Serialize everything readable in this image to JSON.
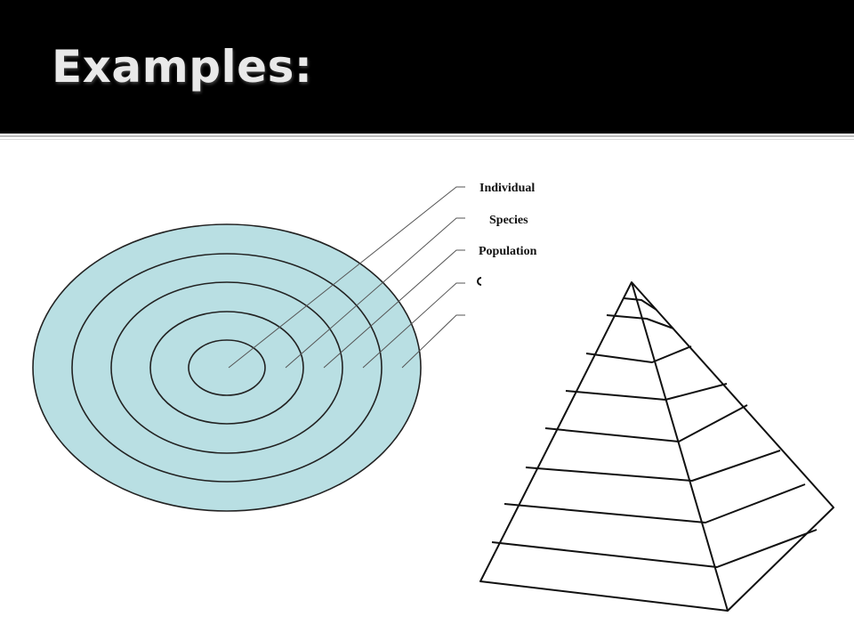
{
  "slide": {
    "title": "Examples:"
  },
  "concentric_diagram": {
    "fill_color": "#b9dfe3",
    "labels": [
      "Individual",
      "Species",
      "Population"
    ]
  },
  "pyramid": {}
}
